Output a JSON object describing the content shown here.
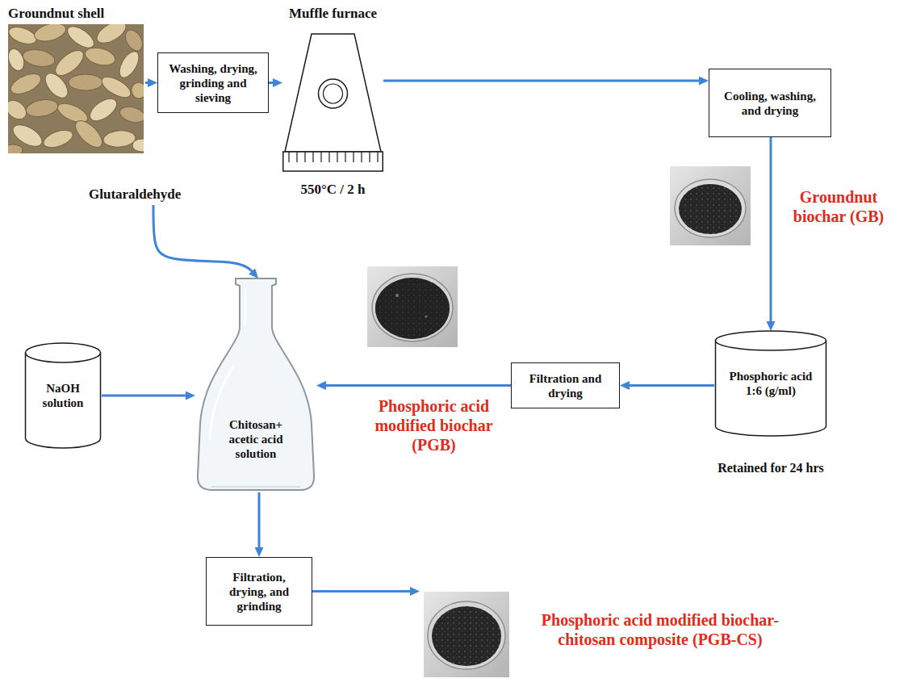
{
  "diagram": {
    "nodes": [
      {
        "text": [
          "Groundnut shell"
        ]
      },
      {
        "text": [
          "Washing, drying, grinding and sieving"
        ]
      },
      {
        "text": [
          "Muffle furnace",
          "550°C / 2 h"
        ]
      },
      {
        "text": [
          "Cooling, washing, and drying"
        ]
      },
      {
        "text": [
          "Glutaraldehyde"
        ]
      },
      {
        "text": [
          "Phosphoric acid 1:6 (g/ml)",
          "Retained for 24 hrs"
        ]
      },
      {
        "text": [
          "Filtration and drying"
        ]
      },
      {
        "text": [
          "NaOH solution"
        ]
      },
      {
        "text": [
          "Chitosan+ acetic acid solution"
        ]
      },
      {
        "text": [
          "Filtration, drying, and grinding"
        ]
      },
      {
        "text": [
          "Phosphoric acid modified biochar-chitosan composite (PGB-CS)"
        ]
      }
    ],
    "edges": [
      {
        "from": 0,
        "to": 1,
        "arrow": "to"
      },
      {
        "from": 1,
        "to": 2,
        "arrow": "to"
      },
      {
        "from": 2,
        "to": 3,
        "arrow": "to"
      },
      {
        "from": 3,
        "to": 5,
        "label": "Groundnut biochar (GB)",
        "arrow": "to"
      },
      {
        "from": 5,
        "to": 6,
        "arrow": "to"
      },
      {
        "from": 6,
        "to": 8,
        "label": "Phosphoric acid modified biochar (PGB)",
        "arrow": "to"
      },
      {
        "from": 4,
        "to": 8,
        "arrow": "to"
      },
      {
        "from": 7,
        "to": 8,
        "arrow": "to"
      },
      {
        "from": 8,
        "to": 9,
        "arrow": "to"
      },
      {
        "from": 9,
        "to": 10,
        "arrow": "to"
      }
    ]
  }
}
